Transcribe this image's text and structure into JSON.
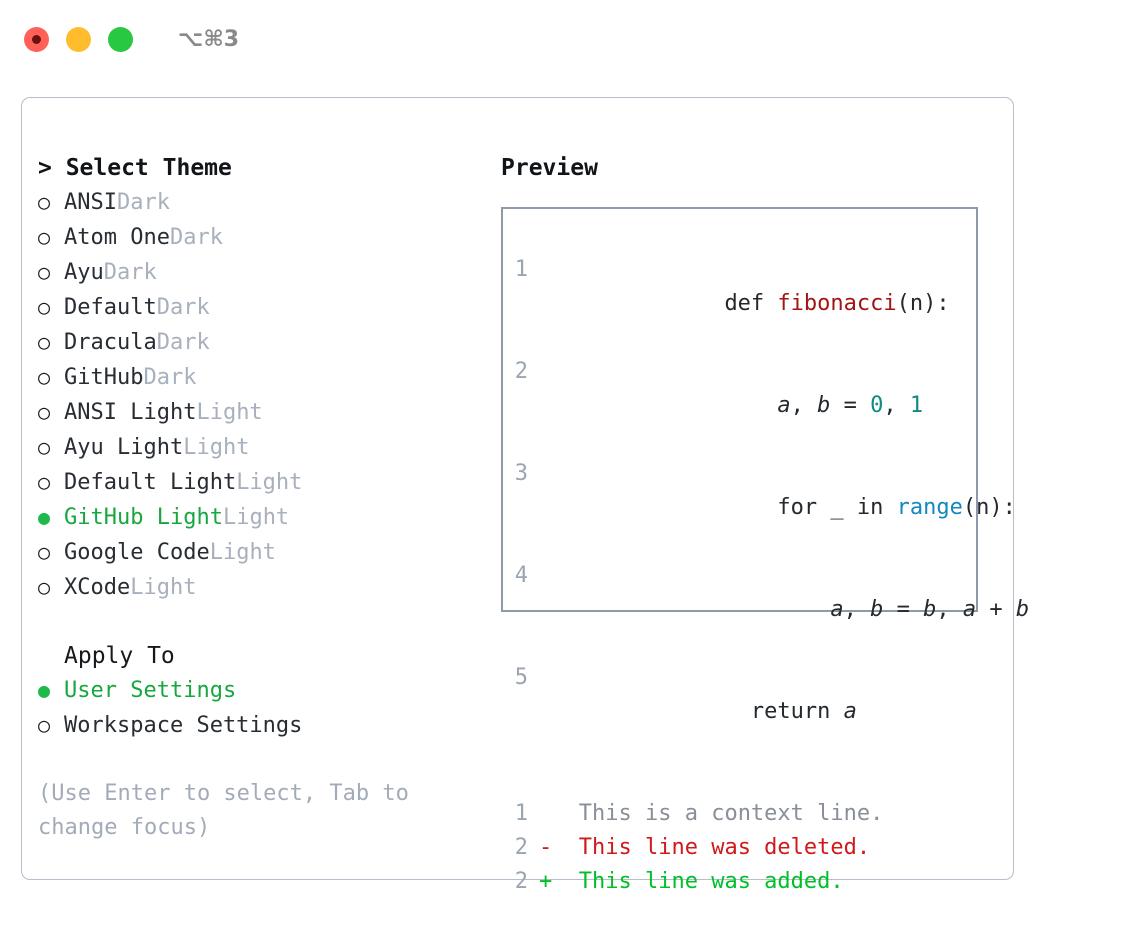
{
  "titlebar": {
    "shortcut": "⌥⌘3",
    "lights": [
      {
        "name": "close",
        "color": "#ff6159",
        "recording": true
      },
      {
        "name": "minimize",
        "color": "#ffbd2e",
        "recording": false
      },
      {
        "name": "zoom",
        "color": "#28c840",
        "recording": false
      }
    ]
  },
  "theme_picker": {
    "header": "> Select Theme",
    "focused": true,
    "options": [
      {
        "bullet": "○",
        "name": "ANSI",
        "variant": "Dark",
        "selected": false
      },
      {
        "bullet": "○",
        "name": "Atom One",
        "variant": "Dark",
        "selected": false
      },
      {
        "bullet": "○",
        "name": "Ayu",
        "variant": "Dark",
        "selected": false
      },
      {
        "bullet": "○",
        "name": "Default",
        "variant": "Dark",
        "selected": false
      },
      {
        "bullet": "○",
        "name": "Dracula",
        "variant": "Dark",
        "selected": false
      },
      {
        "bullet": "○",
        "name": "GitHub",
        "variant": "Dark",
        "selected": false
      },
      {
        "bullet": "○",
        "name": "ANSI Light",
        "variant": "Light",
        "selected": false
      },
      {
        "bullet": "○",
        "name": "Ayu Light",
        "variant": "Light",
        "selected": false
      },
      {
        "bullet": "○",
        "name": "Default Light",
        "variant": "Light",
        "selected": false
      },
      {
        "bullet": "●",
        "name": "GitHub Light",
        "variant": "Light",
        "selected": true
      },
      {
        "bullet": "○",
        "name": "Google Code",
        "variant": "Light",
        "selected": false
      },
      {
        "bullet": "○",
        "name": "XCode",
        "variant": "Light",
        "selected": false
      }
    ]
  },
  "apply_to": {
    "header": "Apply To",
    "focused": false,
    "options": [
      {
        "bullet": "●",
        "name": "User Settings",
        "selected": true
      },
      {
        "bullet": "○",
        "name": "Workspace Settings",
        "selected": false
      }
    ]
  },
  "hint": "(Use Enter to select, Tab to change focus)",
  "preview": {
    "title": "Preview",
    "code_lines": [
      {
        "num": "1",
        "segments": [
          {
            "text": "def ",
            "kind": "plain"
          },
          {
            "text": "fibonacci",
            "kind": "function"
          },
          {
            "text": "(n):",
            "kind": "plain"
          }
        ]
      },
      {
        "num": "2",
        "segments": [
          {
            "text": "    ",
            "kind": "plain"
          },
          {
            "text": "a",
            "kind": "var"
          },
          {
            "text": ", ",
            "kind": "plain"
          },
          {
            "text": "b",
            "kind": "var"
          },
          {
            "text": " = ",
            "kind": "plain"
          },
          {
            "text": "0",
            "kind": "number"
          },
          {
            "text": ", ",
            "kind": "plain"
          },
          {
            "text": "1",
            "kind": "number"
          }
        ]
      },
      {
        "num": "3",
        "segments": [
          {
            "text": "    for ",
            "kind": "plain"
          },
          {
            "text": "_",
            "kind": "plain"
          },
          {
            "text": " in ",
            "kind": "plain"
          },
          {
            "text": "range",
            "kind": "call"
          },
          {
            "text": "(n):",
            "kind": "plain"
          }
        ]
      },
      {
        "num": "4",
        "segments": [
          {
            "text": "        ",
            "kind": "plain"
          },
          {
            "text": "a",
            "kind": "var"
          },
          {
            "text": ", ",
            "kind": "plain"
          },
          {
            "text": "b",
            "kind": "var"
          },
          {
            "text": " = ",
            "kind": "plain"
          },
          {
            "text": "b",
            "kind": "var"
          },
          {
            "text": ", ",
            "kind": "plain"
          },
          {
            "text": "a",
            "kind": "var"
          },
          {
            "text": " + ",
            "kind": "plain"
          },
          {
            "text": "b",
            "kind": "var"
          }
        ]
      },
      {
        "num": "5",
        "segments": [
          {
            "text": "  return ",
            "kind": "plain"
          },
          {
            "text": "a",
            "kind": "var"
          }
        ]
      }
    ],
    "diff_lines": [
      {
        "num": "1",
        "marker": " ",
        "text": "This is a context line.",
        "kind": "context"
      },
      {
        "num": "2",
        "marker": "-",
        "text": "This line was deleted.",
        "kind": "deleted"
      },
      {
        "num": "2",
        "marker": "+",
        "text": "This line was added.",
        "kind": "added"
      }
    ]
  },
  "colors": {
    "selected_green": "#17a73f",
    "muted": "#a7b0bc",
    "function_red": "#a31515",
    "number_teal": "#0f8a7e",
    "call_blue": "#1389bd",
    "diff_deleted": "#d01919",
    "diff_added": "#00bf28",
    "linenum": "#9aa5b1",
    "border": "#b7bec9",
    "preview_border": "#8e99a9"
  }
}
